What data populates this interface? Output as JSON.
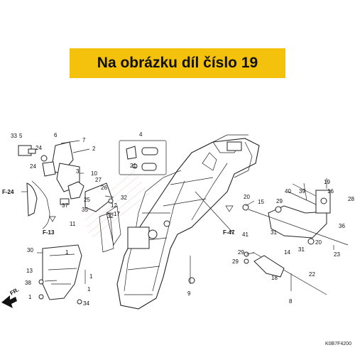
{
  "banner": {
    "text": "Na obrázku díl číslo 19",
    "color": "#f4c20d"
  },
  "labels": {
    "p1a": "1",
    "p1b": "1",
    "p1c": "1",
    "p1d": "1",
    "p2": "2",
    "p3": "3",
    "p4": "4",
    "p5": "5",
    "p6": "6",
    "p7": "7",
    "p8": "8",
    "p9": "9",
    "p10": "10",
    "p11": "11",
    "p12": "12",
    "p13": "13",
    "p14": "14",
    "p15": "15",
    "p16": "16",
    "p17": "17",
    "p18": "18",
    "p19": "19",
    "p20a": "20",
    "p20b": "20",
    "p21": "21",
    "p22": "22",
    "p23": "23",
    "p24a": "24",
    "p24b": "24",
    "p25": "25",
    "p26": "26",
    "p27": "27",
    "p28": "28",
    "p29a": "29",
    "p29b": "29",
    "p29c": "29",
    "p30": "30",
    "p31a": "31",
    "p31b": "31",
    "p32a": "32",
    "p32b": "32",
    "p33": "33",
    "p34": "34",
    "p35": "35",
    "p36": "36",
    "p37": "37",
    "p38": "38",
    "p39": "39",
    "p40": "40",
    "p41": "41"
  },
  "refs": {
    "f24": "F-24",
    "f13": "F-13",
    "f47": "F-47",
    "fr": "FR."
  },
  "code": "K0B7F4200",
  "icons": {
    "front_arrow": "arrow-left-icon"
  }
}
